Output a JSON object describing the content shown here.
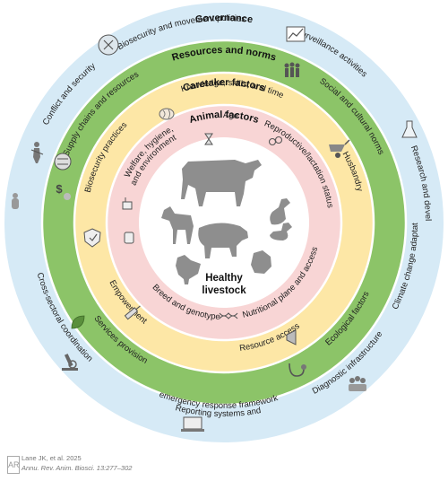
{
  "rings": {
    "governance": {
      "title": "Governance",
      "items": [
        "Biosecurity and movement policies",
        "Surveillance activities",
        "Research and development",
        "Cross-sectoral coordination",
        "Reporting systems and",
        "emergency response framework",
        "Diagnostic infrastructure",
        "Climate change adaptation policies",
        "Conflict and security"
      ]
    },
    "resources": {
      "title": "Resources and norms",
      "items": [
        "Social and cultural norms",
        "Services provision",
        "Ecological factors",
        "Supply chains and resources"
      ]
    },
    "caretaker": {
      "title": "Caretaker factors",
      "items": [
        "Knowledge, skills, and time",
        "Husbandry",
        "Empowerment",
        "Resource access",
        "Biosecurity practices"
      ]
    },
    "animal": {
      "title": "Animal factors",
      "items": [
        "Age",
        "Reproductive/lactation status",
        "Breed and genotype",
        "Nutritional plane and access",
        "Welfare, hygiene,",
        "and environment"
      ]
    }
  },
  "center": {
    "line1": "Healthy",
    "line2": "livestock"
  },
  "colors": {
    "governance_ring": "#d6eaf6",
    "resources_ring": "#8cc468",
    "caretaker_ring": "#fde7a6",
    "animal_ring": "#f8d5d5",
    "center": "#ffffff",
    "ring_border": "#ffffff",
    "silhouette": "#8e8e8e"
  },
  "icons": [
    "biosecurity-shield-icon",
    "surveillance-chart-icon",
    "research-flask-icon",
    "coordination-people-icon",
    "laptop-icon",
    "microscope-icon",
    "person-icon",
    "conflict-soldier-icon",
    "social-people-icon",
    "stethoscope-icon",
    "ecology-leaf-icon",
    "supply-chain-icon",
    "brain-icon",
    "wheelbarrow-icon",
    "megaphone-icon",
    "syringe-icon",
    "shield-badge-icon",
    "hourglass-icon",
    "gender-symbol-icon",
    "dna-icon",
    "feed-bag-icon",
    "cleaning-icon",
    "cattle-icon",
    "goat-icon",
    "pig-icon",
    "duck-icon",
    "chicken-icon",
    "guinea-fowl-icon"
  ],
  "citation": {
    "line1": "Lane JK, et al. 2025",
    "line2": "Annu. Rev. Anim. Biosci. 13:277–302"
  }
}
